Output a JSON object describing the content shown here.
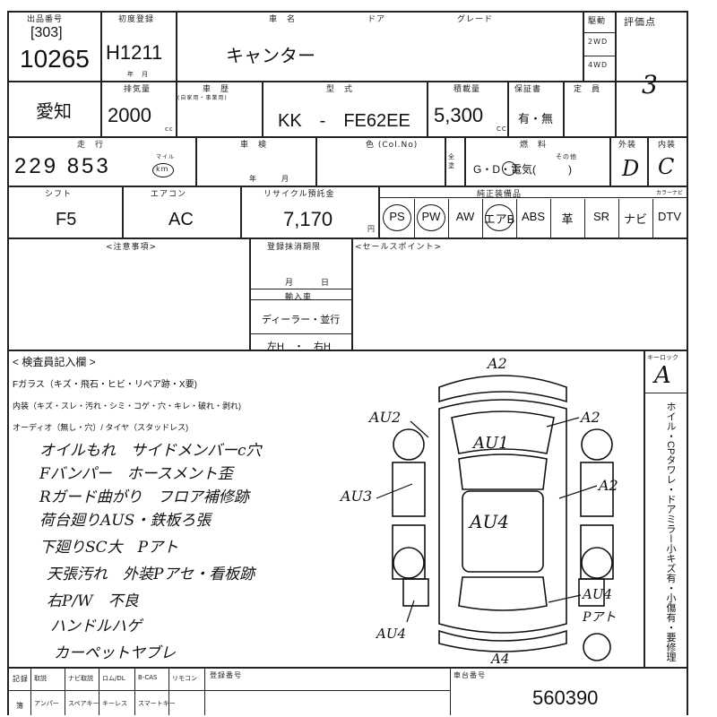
{
  "header": {
    "lane_label": "出品番号",
    "lot_bracket": "[303]",
    "lot_number": "10265",
    "first_reg_label": "初度登録",
    "first_reg_value": "H1211",
    "year_month_label": "年　月",
    "model_label": "車　名",
    "model_value": "キャンター",
    "door_label": "ドア",
    "grade_label": "グレード",
    "drive_label": "駆動",
    "drive_2wd": "2WD",
    "drive_4wd": "4WD",
    "score_label": "評価点",
    "score_value": "3"
  },
  "row2": {
    "region_value": "愛知",
    "displacement_label": "排気量",
    "displacement_value": "2000",
    "cc_unit": "cc",
    "vehicle_label": "車　歴",
    "vehicle_sub": "(自家用・事業用)",
    "type_label": "型　式",
    "type_value": "KK　-　FE62EE",
    "load_label": "積載量",
    "load_value": "5,300",
    "kg_unit": "CC",
    "warranty_label": "保証書",
    "warranty_value": "有・無",
    "capacity_label": "定　員"
  },
  "row3": {
    "mileage_label": "走　行",
    "mileage_value": "229 853",
    "mileage_unit_sub": "マイル",
    "mileage_unit": "km",
    "inspection_label": "車　検",
    "inspection_sub": "年　　　月",
    "color_label": "色 (Col.No)",
    "repaint_label": "全塗",
    "fuel_label": "燃　料",
    "fuel_options": "G・D・電気(　　　)",
    "fuel_other": "その他",
    "exterior_label": "外装",
    "exterior_value": "D",
    "interior_label": "内装",
    "interior_value": "C"
  },
  "row4": {
    "shift_label": "シフト",
    "shift_value": "F5",
    "ac_label": "エアコン",
    "ac_value": "AC",
    "recycle_label": "リサイクル預託金",
    "recycle_value": "7,170",
    "recycle_unit": "円",
    "equipment_label": "純正装備品",
    "navi_label": "カラーナビ",
    "equipment": [
      "PS",
      "PW",
      "AW",
      "エアB",
      "ABS",
      "革",
      "SR",
      "ナビ",
      "DTV"
    ]
  },
  "notes": {
    "caution_label": "<注意事項>",
    "reg_expiry_label": "登録抹消期限",
    "reg_expiry_sub": "月　　　日",
    "import_label": "輸入車",
    "import_options": "ディーラー・並行",
    "handle_options": "左H　・　右H",
    "sales_label": "<セールスポイント>"
  },
  "inspector": {
    "title": "< 検査員記入欄 >",
    "fglass": "Fガラス（キズ・飛石・ヒビ・リペア跡・X要)",
    "interior_line": "内装（キズ・スレ・汚れ・シミ・コゲ・穴・キレ・破れ・剥れ)",
    "audio_line": "オーディオ（無し・穴）/ タイヤ（スタッドレス)",
    "key_label": "キーロック",
    "side_vertical": "ホイル・CPタワレ・ドアミラー小キズ有・小傷有・要修理",
    "notes_lines": [
      "オイルもれ　サイドメンバーc穴",
      "Fバンパー　ホースメント歪",
      "Rガード曲がり　フロア補修跡",
      "荷台廻りAUS・鉄板ろ張",
      "下廻りSC大　Pアト",
      "天張汚れ　外装Pアセ・看板跡",
      "右P/W　不良",
      "ハンドルハゲ",
      "カーペットヤブレ"
    ],
    "diagram_marks": {
      "a2_top": "A2",
      "au2": "AU2",
      "a2_right": "A2",
      "au1": "AU1",
      "au3": "AU3",
      "a2_mid": "A2",
      "au4_center": "AU4",
      "au4_right": "AU4",
      "pato": "Pアト",
      "au4_left": "AU4",
      "a4_bottom": "A4"
    }
  },
  "footer": {
    "items_row1": [
      "取説",
      "ナビ取説",
      "ロム/DL",
      "B-CAS",
      "リモコン"
    ],
    "items_row2": [
      "アンパー",
      "スペアキー",
      "キーレス",
      "スマートキー"
    ],
    "left_label_1": "記録",
    "left_label_2": "簿",
    "reg_no_label": "登録番号",
    "chassis_label": "車台番号",
    "chassis_value": "560390"
  }
}
